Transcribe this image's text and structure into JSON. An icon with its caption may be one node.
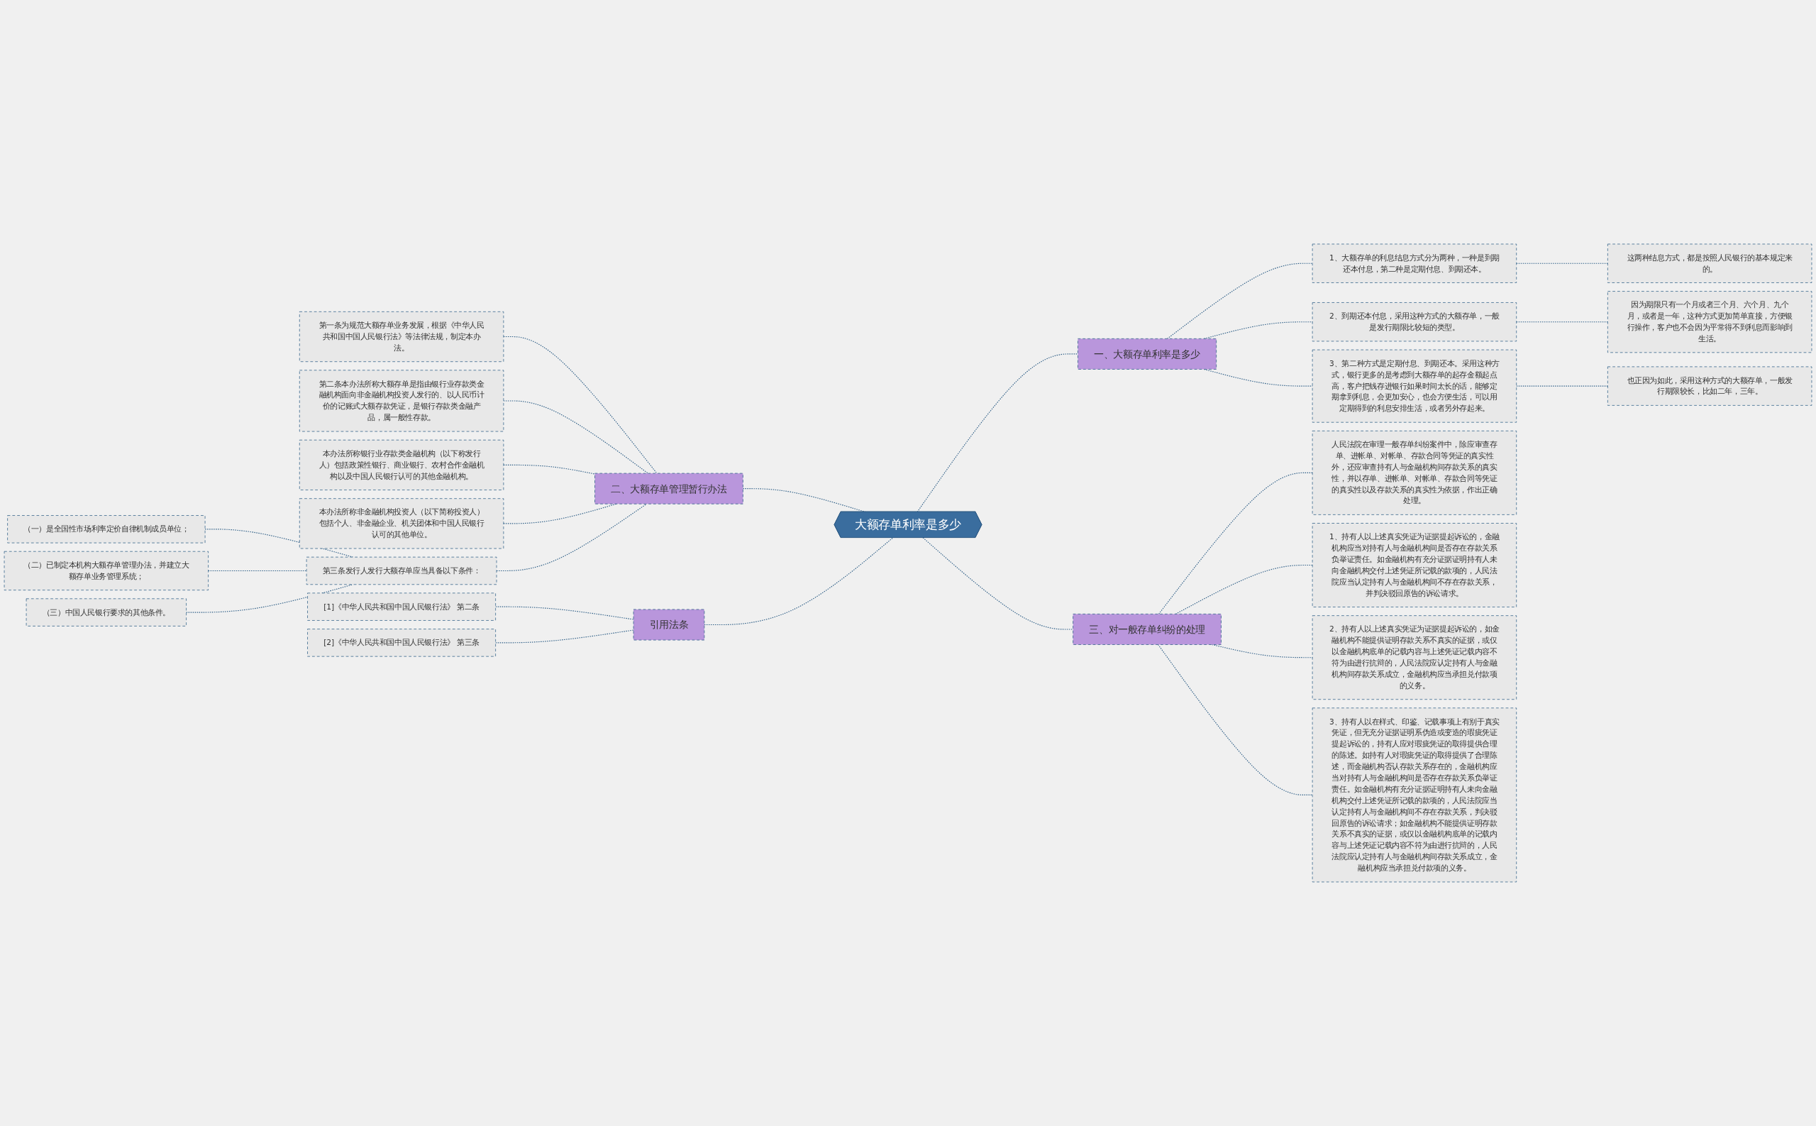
{
  "diagram": {
    "nodes": [
      {
        "text": [
          "大额存单利率是多少"
        ]
      },
      {
        "text": [
          "一、大额存单利率是多少"
        ]
      },
      {
        "text": [
          "1、大额存单的利息结息方式分为两种，一种是到期还本付息，第二种是定期付息、到期还本。"
        ]
      },
      {
        "text": [
          "这两种结息方式，都是按照人民银行的基本规定来的。"
        ]
      },
      {
        "text": [
          "2、到期还本付息，采用这种方式的大额存单，一般是发行期限比较短的类型。"
        ]
      },
      {
        "text": [
          "因为期限只有一个月或者三个月、六个月、九个月，或者是一年，这种方式更加简单直接，方便银行操作，客户也不会因为平常得不到利息而影响到生活。"
        ]
      },
      {
        "text": [
          "3、第二种方式是定期付息、到期还本。采用这种方式，银行更多的是考虑到大额存单的起存金额起点高，客户把钱存进银行如果时间太长的话，能够定期拿到利息，会更加安心，也会方便生活，可以用定期得到的利息安排生活，或者另外存起来。"
        ]
      },
      {
        "text": [
          "也正因为如此，采用这种方式的大额存单，一般发行期限较长，比如二年，三年。"
        ]
      },
      {
        "text": [
          "二、大额存单管理暂行办法"
        ]
      },
      {
        "text": [
          "第一条为规范大额存单业务发展，根据《中华人民共和国中国人民银行法》等法律法规，制定本办法。"
        ]
      },
      {
        "text": [
          "第二条本办法所称大额存单是指由银行业存款类金融机构面向非金融机构投资人发行的、以人民币计价的记账式大额存款凭证，是银行存款类金融产品，属一般性存款。"
        ]
      },
      {
        "text": [
          "本办法所称银行业存款类金融机构（以下称发行人）包括政策性银行、商业银行、农村合作金融机构以及中国人民银行认可的其他金融机构。"
        ]
      },
      {
        "text": [
          "本办法所称非金融机构投资人（以下简称投资人）包括个人、非金融企业、机关团体和中国人民银行认可的其他单位。"
        ]
      },
      {
        "text": [
          "第三条发行人发行大额存单应当具备以下条件："
        ]
      },
      {
        "text": [
          "（一）是全国性市场利率定价自律机制成员单位；"
        ]
      },
      {
        "text": [
          "（二）已制定本机构大额存单管理办法，并建立大额存单业务管理系统；"
        ]
      },
      {
        "text": [
          "（三）中国人民银行要求的其他条件。"
        ]
      },
      {
        "text": [
          "引用法条"
        ]
      },
      {
        "text": [
          "[1]《中华人民共和国中国人民银行法》 第二条"
        ]
      },
      {
        "text": [
          "[2]《中华人民共和国中国人民银行法》 第三条"
        ]
      },
      {
        "text": [
          "三、对一般存单纠纷的处理"
        ]
      },
      {
        "text": [
          "人民法院在审理一般存单纠纷案件中，除应审查存单、进帐单、对帐单、存款合同等凭证的真实性外，还应审查持有人与金融机构间存款关系的真实性，并以存单、进帐单、对帐单、存款合同等凭证的真实性以及存款关系的真实性为依据，作出正确处理。"
        ]
      },
      {
        "text": [
          "1、持有人以上述真实凭证为证据提起诉讼的，金融机构应当对持有人与金融机构间是否存在存款关系负举证责任。如金融机构有充分证据证明持有人未向金融机构交付上述凭证所记载的款项的，人民法院应当认定持有人与金融机构间不存在存款关系，并判决驳回原告的诉讼请求。"
        ]
      },
      {
        "text": [
          "2、持有人以上述真实凭证为证据提起诉讼的，如金融机构不能提供证明存款关系不真实的证据，或仅以金融机构底单的记载内容与上述凭证记载内容不符为由进行抗辩的，人民法院应认定持有人与金融机构间存款关系成立，金融机构应当承担兑付款项的义务。"
        ]
      },
      {
        "text": [
          "3、持有人以在样式、印鉴、记载事项上有别于真实凭证，但无充分证据证明系伪造或变造的瑕疵凭证提起诉讼的，持有人应对瑕疵凭证的取得提供合理的陈述。如持有人对瑕疵凭证的取得提供了合理陈述，而金融机构否认存款关系存在的，金融机构应当对持有人与金融机构间是否存在存款关系负举证责任。如金融机构有充分证据证明持有人未向金融机构交付上述凭证所记载的款项的，人民法院应当认定持有人与金融机构间不存在存款关系，判决驳回原告的诉讼请求；如金融机构不能提供证明存款关系不真实的证据，或仅以金融机构底单的记载内容与上述凭证记载内容不符为由进行抗辩的，人民法院应认定持有人与金融机构间存款关系成立，金融机构应当承担兑付款项的义务。"
        ]
      }
    ],
    "edges": [
      {
        "from": 0,
        "to": 1,
        "arrow": "none",
        "style": "dashed"
      },
      {
        "from": 1,
        "to": 2,
        "arrow": "none",
        "style": "dashed"
      },
      {
        "from": 2,
        "to": 3,
        "arrow": "none",
        "style": "dashed"
      },
      {
        "from": 1,
        "to": 4,
        "arrow": "none",
        "style": "dashed"
      },
      {
        "from": 4,
        "to": 5,
        "arrow": "none",
        "style": "dashed"
      },
      {
        "from": 1,
        "to": 6,
        "arrow": "none",
        "style": "dashed"
      },
      {
        "from": 6,
        "to": 7,
        "arrow": "none",
        "style": "dashed"
      },
      {
        "from": 0,
        "to": 8,
        "arrow": "none",
        "style": "dashed"
      },
      {
        "from": 8,
        "to": 9,
        "arrow": "none",
        "style": "dashed"
      },
      {
        "from": 8,
        "to": 10,
        "arrow": "none",
        "style": "dashed"
      },
      {
        "from": 8,
        "to": 11,
        "arrow": "none",
        "style": "dashed"
      },
      {
        "from": 8,
        "to": 12,
        "arrow": "none",
        "style": "dashed"
      },
      {
        "from": 8,
        "to": 13,
        "arrow": "none",
        "style": "dashed"
      },
      {
        "from": 13,
        "to": 14,
        "arrow": "none",
        "style": "dashed"
      },
      {
        "from": 13,
        "to": 15,
        "arrow": "none",
        "style": "dashed"
      },
      {
        "from": 13,
        "to": 16,
        "arrow": "none",
        "style": "dashed"
      },
      {
        "from": 0,
        "to": 17,
        "arrow": "none",
        "style": "dashed"
      },
      {
        "from": 17,
        "to": 18,
        "arrow": "none",
        "style": "dashed"
      },
      {
        "from": 17,
        "to": 19,
        "arrow": "none",
        "style": "dashed"
      },
      {
        "from": 0,
        "to": 20,
        "arrow": "none",
        "style": "dashed"
      },
      {
        "from": 20,
        "to": 21,
        "arrow": "none",
        "style": "dashed"
      },
      {
        "from": 20,
        "to": 22,
        "arrow": "none",
        "style": "dashed"
      },
      {
        "from": 20,
        "to": 23,
        "arrow": "none",
        "style": "dashed"
      },
      {
        "from": 20,
        "to": 24,
        "arrow": "none",
        "style": "dashed"
      }
    ]
  }
}
